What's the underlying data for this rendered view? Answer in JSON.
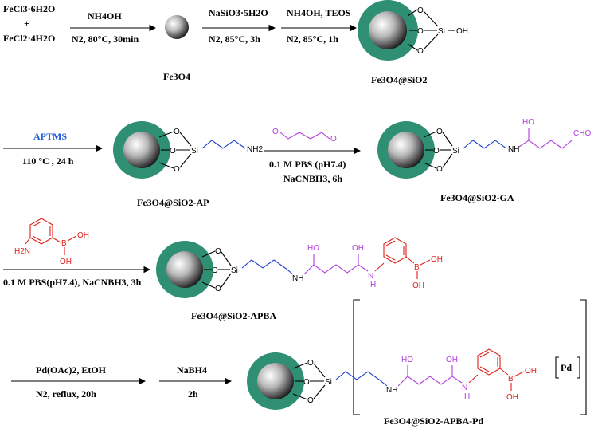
{
  "reagents": {
    "fecl3": "FeCl3·6H2O",
    "plus": "+",
    "fecl2": "FeCl2·4H2O"
  },
  "steps": {
    "s1_top": "NH4OH",
    "s1_bottom": "N2, 80°C, 30min",
    "s2_top": "NaSiO3·5H2O",
    "s2_bottom": "N2, 85°C, 3h",
    "s3_top": "NH4OH, TEOS",
    "s3_bottom": "N2, 85°C, 1h",
    "s4_top": "APTMS",
    "s4_bottom": "110 °C , 24 h",
    "s5_bottom1": "0.1 M PBS (pH7.4)",
    "s5_bottom2": "NaCNBH3, 6h",
    "s6_bottom": "0.1 M PBS(pH7.4), NaCNBH3, 3h",
    "s7_top": "Pd(OAc)2, EtOH",
    "s7_bottom": "N2, reflux, 20h",
    "s8_top": "NaBH4",
    "s8_bottom": "2h"
  },
  "products": {
    "p1": "Fe3O4",
    "p2": "Fe3O4@SiO2",
    "p3": "Fe3O4@SiO2-AP",
    "p4": "Fe3O4@SiO2-GA",
    "p5": "Fe3O4@SiO2-APBA",
    "p6": "Fe3O4@SiO2-APBA-Pd",
    "pd": "Pd"
  },
  "atoms": {
    "O": "O",
    "Si": "Si",
    "OH": "OH",
    "NH2": "NH2",
    "NH": "NH",
    "N": "N",
    "HO": "HO",
    "CHO": "CHO",
    "H2N": "H2N",
    "B": "B",
    "H": "H"
  },
  "colors": {
    "shell": "#2e8f73",
    "blue_chain": "#1f3fd6",
    "magenta_chain": "#b23cdc",
    "red_chain": "#e0201b",
    "label_blue": "#1f5bd6"
  }
}
